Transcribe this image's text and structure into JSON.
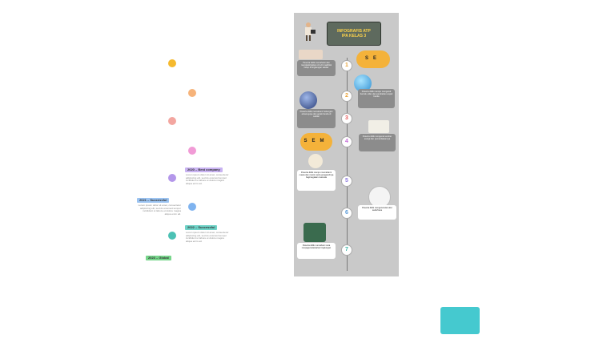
{
  "timeline": {
    "dot_colors": [
      "#f5b92e",
      "#f6b37a",
      "#f3a6a0",
      "#f19bd6",
      "#b497ea",
      "#7fb3ef",
      "#4cc1b4"
    ],
    "entries": [
      {
        "tag": "2020 – Best company",
        "color": "#c9b3f2",
        "text": "Lorem ipsum dolor sit amet, consectetur adipiscing elit, sed do eiusmod tempor incididunt ut labore et dolore magna aliqua enim ad."
      },
      {
        "tag": "2021 – Successful",
        "color": "#9cc4f2",
        "text": "Lorem ipsum dolor sit amet, consectetur adipiscing elit, sed do eiusmod tempor incididunt ut labore et dolore magna aliqua enim ad."
      },
      {
        "tag": "2022 – Successful",
        "color": "#6fd3c8",
        "text": "Lorem ipsum dolor sit amet, consectetur adipiscing elit, sed do eiusmod tempor incididunt ut labore et dolore magna aliqua enim ad."
      },
      {
        "tag": "2023 – Global",
        "color": "#77d68b",
        "text": ""
      }
    ]
  },
  "infographic": {
    "title_line1": "INFOGRAFIS ATP",
    "title_line2": "IPA KELAS 3",
    "pill1": "SE",
    "pill2": "SEM",
    "steps": [
      "1",
      "2",
      "3",
      "4",
      "5",
      "6",
      "7"
    ],
    "step_colors": [
      "#e8a33a",
      "#e8a33a",
      "#e85a5a",
      "#c46ad8",
      "#8f7ae0",
      "#5a9ad8",
      "#3fb6a8"
    ],
    "cards": [
      "Peserta didik memahami dan mendeskripsikan ciri-ciri makhluk hidup di lingkungan sekitar",
      "Peserta didik mampu mengenal bentuk, sifat, dan perubahan wujud benda",
      "Peserta didik memahami hubungan antara gaya dan gerak benda di sekitar",
      "Peserta didik mengenal sumber energi dan pemanfaatannya",
      "Peserta didik mampu memahami cuaca dan musim serta pengaruhnya bagi kegiatan manusia",
      "Peserta didik mengenal alat ukur sederhana",
      "Peserta didik memahami cara menjaga kelestarian lingkungan"
    ]
  },
  "cta": {
    "color": "#45c9cf"
  }
}
